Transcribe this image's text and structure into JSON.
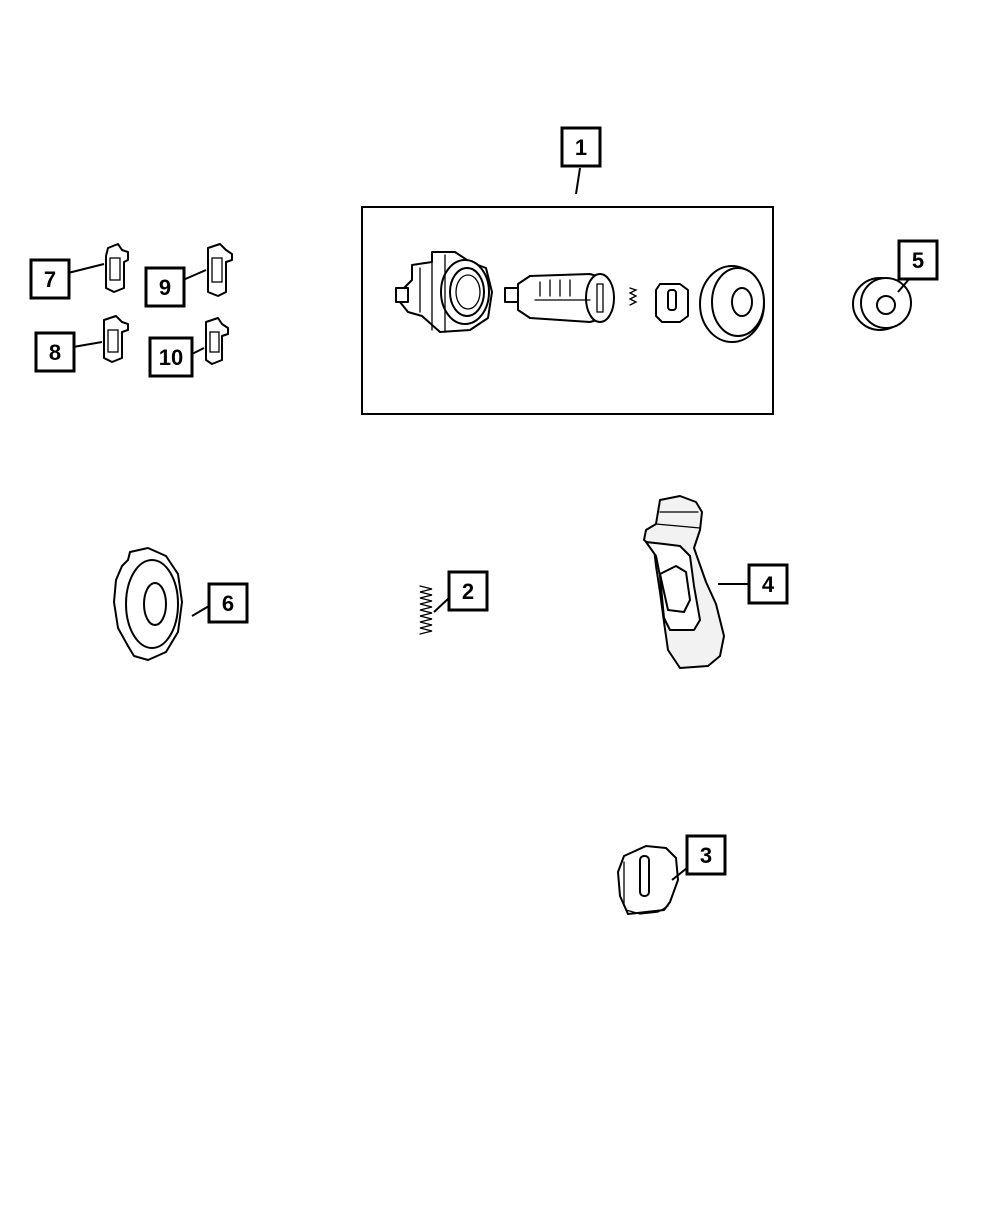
{
  "callouts": {
    "c1": "1",
    "c2": "2",
    "c3": "3",
    "c4": "4",
    "c5": "5",
    "c6": "6",
    "c7": "7",
    "c8": "8",
    "c9": "9",
    "c10": "10"
  },
  "colors": {
    "line": "#000000",
    "background": "#ffffff",
    "shade": "#f2f2f2"
  }
}
